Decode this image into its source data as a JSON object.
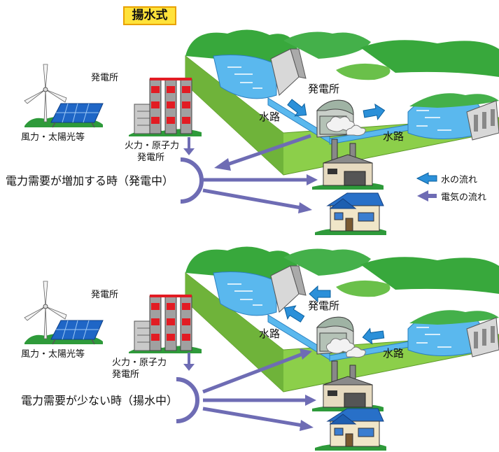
{
  "title": "揚水式",
  "legend": {
    "water_flow": "水の流れ",
    "electricity_flow": "電気の流れ"
  },
  "colors": {
    "water": "#5ab8ee",
    "water_arrow": "#2b90d9",
    "electricity_arrow": "#6e6cb4",
    "land_green": "#8ccf4a",
    "mountain_green": "#38a83c",
    "title_bg": "#ffe23a"
  },
  "panels": [
    {
      "id": "generating",
      "plant_label": "発電所",
      "renewable_label": "風力・太陽光等",
      "thermal_label_line1": "火力・原子力",
      "thermal_label_line2": "発電所",
      "hydro_plant_label": "発電所",
      "channel_upper_label": "水路",
      "channel_lower_label": "水路",
      "state_label": "電力需要が増加する時（発電中）"
    },
    {
      "id": "pumping",
      "plant_label": "発電所",
      "renewable_label": "風力・太陽光等",
      "thermal_label_line1": "火力・原子力",
      "thermal_label_line2": "発電所",
      "hydro_plant_label": "発電所",
      "channel_upper_label": "水路",
      "channel_lower_label": "水路",
      "state_label": "電力需要が少ない時（揚水中）"
    }
  ]
}
